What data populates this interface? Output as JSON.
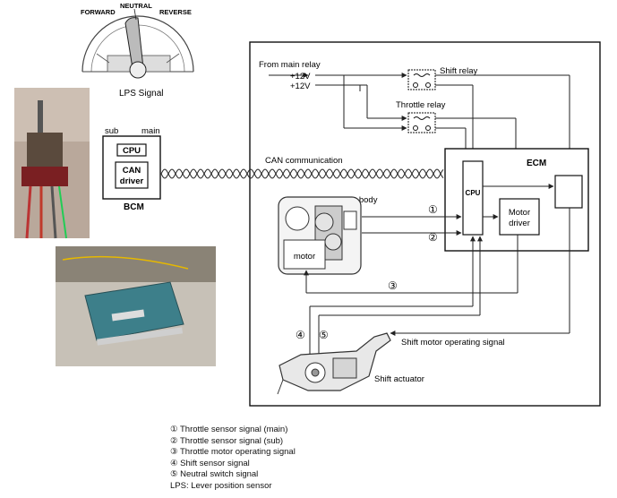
{
  "lever": {
    "forward": "FORWARD",
    "neutral": "NEUTRAL",
    "reverse": "REVERSE",
    "caption": "LPS Signal"
  },
  "bcm": {
    "sub_label": "sub",
    "main_label": "main",
    "cpu": "CPU",
    "can_line1": "CAN",
    "can_line2": "driver",
    "name": "BCM"
  },
  "power": {
    "from": "From main relay",
    "v1": "+12V",
    "v2": "+12V"
  },
  "relays": {
    "shift": "Shift relay",
    "throttle": "Throttle relay"
  },
  "can": "CAN communication",
  "ecm": {
    "name": "ECM",
    "cpu": "CPU",
    "motor_line1": "Motor",
    "motor_line2": "driver"
  },
  "throttle_body": {
    "label": "Throttle body",
    "motor": "motor"
  },
  "signals": {
    "s1": "①",
    "s2": "②",
    "s3": "③",
    "s4": "④",
    "s5": "⑤",
    "shift_motor": "Shift motor operating signal"
  },
  "actuator": "Shift actuator",
  "legend": [
    "① Throttle sensor signal (main)",
    "② Throttle sensor signal (sub)",
    "③ Throttle motor operating signal",
    "④ Shift sensor signal",
    "⑤ Neutral switch signal",
    "LPS: Lever position sensor"
  ]
}
